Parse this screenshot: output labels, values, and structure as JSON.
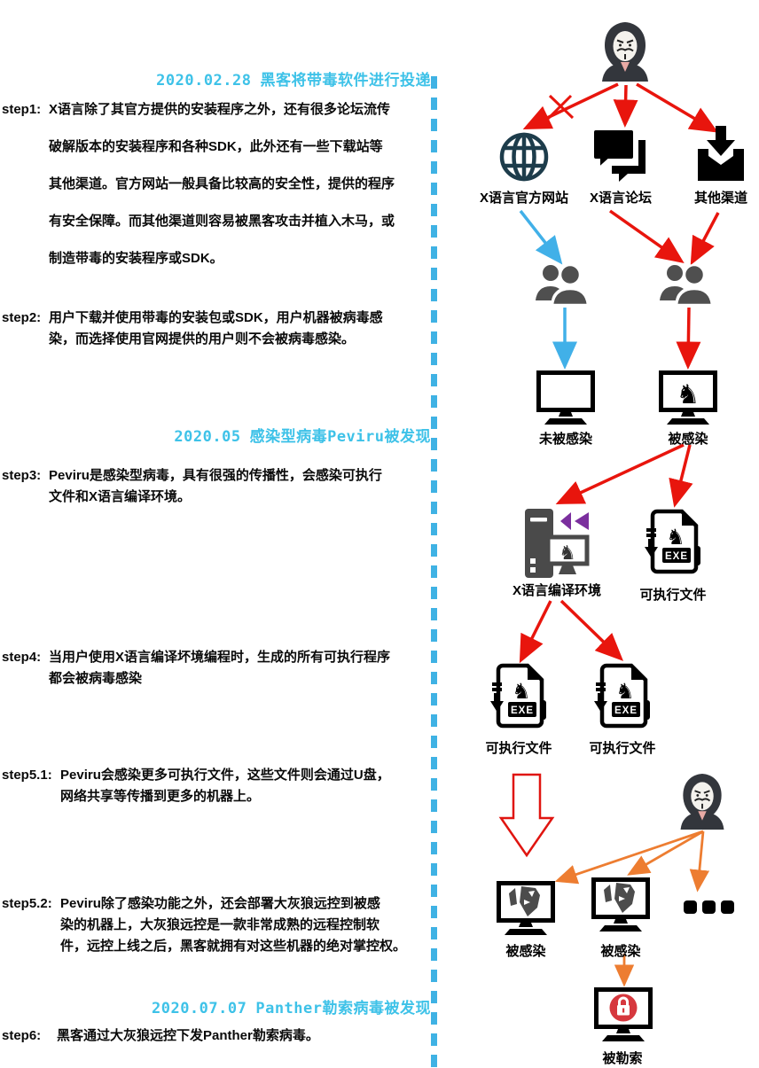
{
  "timeline_titles": [
    {
      "date": "2020.02.28",
      "text": "黑客将带毒软件进行投递"
    },
    {
      "date": "2020.05",
      "text": "感染型病毒Peviru被发现"
    },
    {
      "date": "2020.07.07",
      "text": "Panther勒索病毒被发现"
    }
  ],
  "steps": [
    {
      "label": "step1:",
      "lines": [
        "X语言除了其官方提供的安装程序之外，还有很多论坛流传",
        "破解版本的安装程序和各种SDK，此外还有一些下载站等",
        "其他渠道。官方网站一般具备比较高的安全性，提供的程序",
        "有安全保障。而其他渠道则容易被黑客攻击并植入木马，或",
        "制造带毒的安装程序或SDK。"
      ]
    },
    {
      "label": "step2:",
      "lines": [
        "用户下载并使用带毒的安装包或SDK，用户机器被病毒感",
        "染，而选择使用官网提供的用户则不会被病毒感染。"
      ]
    },
    {
      "label": "step3:",
      "lines": [
        "Peviru是感染型病毒，具有很强的传播性，会感染可执行",
        "文件和X语言编译环境。"
      ]
    },
    {
      "label": "step4:",
      "lines": [
        "当用户使用X语言编译坏境编程时，生成的所有可执行程序",
        "都会被病毒感染"
      ]
    },
    {
      "label": "step5.1:",
      "lines": [
        "Peviru会感染更多可执行文件，这些文件则会通过U盘，",
        "网络共享等传播到更多的机器上。"
      ]
    },
    {
      "label": "step5.2:",
      "lines": [
        "Peviru除了感染功能之外，还会部署大灰狼远控到被感",
        "染的机器上，大灰狼远控是一款非常成熟的远程控制软",
        "件，远控上线之后，黑客就拥有对这些机器的绝对掌控权。"
      ]
    },
    {
      "label": "step6:",
      "lines": [
        "黑客通过大灰狼远控下发Panther勒索病毒。"
      ]
    }
  ],
  "diagram": {
    "exe_badge": "EXE",
    "trojan_glyph": "♞",
    "nodes": {
      "official_site": "X语言官方网站",
      "forum": "X语言论坛",
      "other_channels": "其他渠道",
      "not_infected": "未被感染",
      "infected": "被感染",
      "compiler": "X语言编译环境",
      "exe_top": "可执行文件",
      "exe_left": "可执行文件",
      "exe_right": "可执行文件",
      "infected_wolf_1": "被感染",
      "infected_wolf_2": "被感染",
      "ransomed": "被勒索"
    },
    "icons": {
      "hacker": "hacker-anonymous-mask-icon",
      "globe": "globe-website-icon",
      "forum": "chat-forum-icon",
      "download": "download-inbox-icon",
      "users": "user-group-icon",
      "monitor": "computer-monitor-icon",
      "trojan": "trojan-horse-icon",
      "compiler": "compiler-environment-icon",
      "exe": "exe-file-icon",
      "wolf": "grey-wolf-rat-icon",
      "lock": "ransom-lock-icon",
      "ellipsis": "more-machines-ellipsis-icon"
    }
  },
  "colors": {
    "accent_cyan": "#3ec2e8",
    "divider_blue": "#3fb2e4",
    "arrow_red": "#e8150d",
    "arrow_blue": "#41b0e8",
    "arrow_orange": "#ed7d31",
    "vs_purple": "#7b2f9e",
    "icon_dark": "#33363c",
    "people_gray": "#4f4f4f",
    "globe_navy": "#1d3c4b",
    "lock_red": "#d6383e"
  }
}
